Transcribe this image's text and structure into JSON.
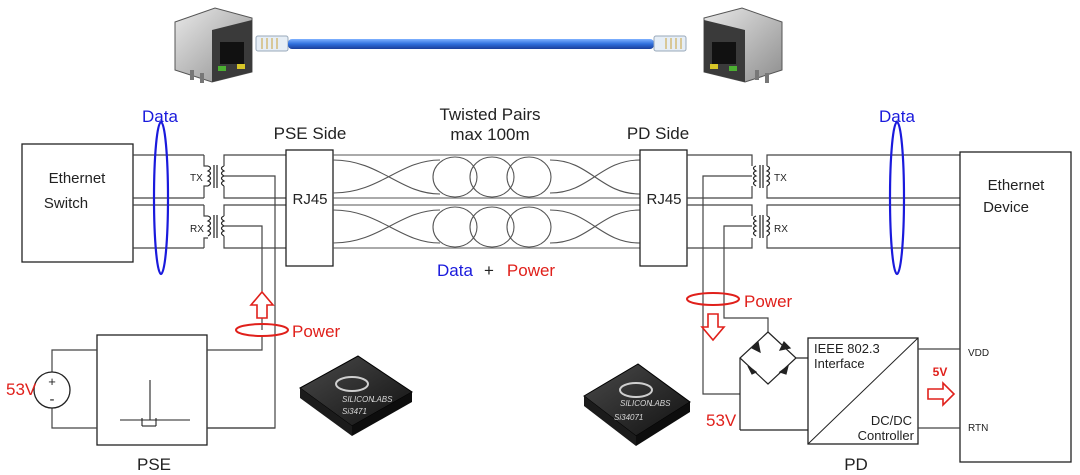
{
  "left": {
    "switch_label_line1": "Ethernet",
    "switch_label_line2": "Switch",
    "tx": "TX",
    "rx": "RX",
    "data_label": "Data",
    "rj45": "RJ45",
    "side_label": "PSE Side",
    "power_label": "Power",
    "voltage": "53V",
    "plus": "+",
    "minus": "-",
    "bottom_label": "PSE",
    "chip_brand_line1": "SILICON",
    "chip_brand_line2": "LABS",
    "chip_part": "Si3471"
  },
  "center": {
    "cable_title_line1": "Twisted Pairs",
    "cable_title_line2": "max 100m",
    "data_word": "Data",
    "plus_word": "+",
    "power_word": "Power"
  },
  "right": {
    "side_label": "PD Side",
    "rj45": "RJ45",
    "tx": "TX",
    "rx": "RX",
    "data_label": "Data",
    "device_label_line1": "Ethernet",
    "device_label_line2": "Device",
    "power_label": "Power",
    "ieee_line1": "IEEE 802.3",
    "ieee_line2": "Interface",
    "dcdc_line1": "DC/DC",
    "dcdc_line2": "Controller",
    "vdd": "VDD",
    "rtn": "RTN",
    "five_v": "5V",
    "voltage": "53V",
    "bottom_label": "PD",
    "chip_brand_line1": "SILICON",
    "chip_brand_line2": "LABS",
    "chip_part": "Si34071"
  },
  "colors": {
    "data": "#1a1adc",
    "power": "#e0201b",
    "cable": "#2f6fdc",
    "chip": "#2a2a2a"
  }
}
